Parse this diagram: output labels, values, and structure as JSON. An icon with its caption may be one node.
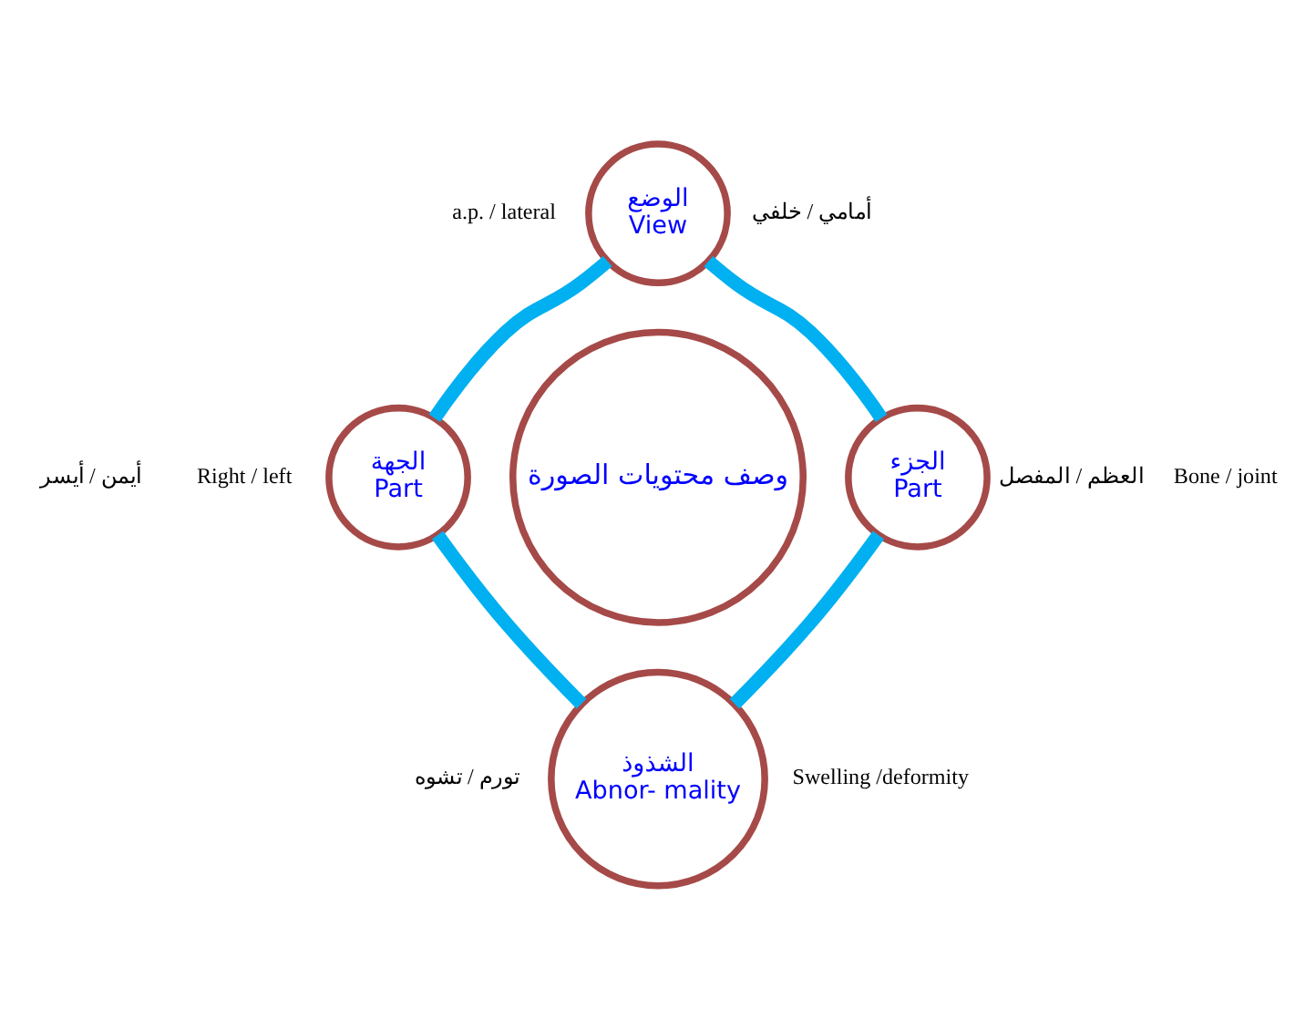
{
  "diagram": {
    "nodes": [
      {
        "text": [
          "وصف محتويات الصورة"
        ]
      },
      {
        "text": [
          "الوضع",
          "View"
        ],
        "beside": [
          "a.p. / lateral",
          "أمامي / خلفي"
        ]
      },
      {
        "text": [
          "الجزء",
          "Part"
        ],
        "beside": [
          "العظم / المفصل",
          "Bone / joint"
        ]
      },
      {
        "text": [
          "الشذوذ",
          "Abnor- mality"
        ],
        "beside": [
          "تورم / تشوه",
          "Swelling /deformity"
        ]
      },
      {
        "text": [
          "الجهة",
          "Part"
        ],
        "beside": [
          "أيمن / أيسر",
          "Right / left"
        ]
      }
    ],
    "edges": [
      {
        "from": 1,
        "to": 2,
        "arrow": "none"
      },
      {
        "from": 2,
        "to": 3,
        "arrow": "none"
      },
      {
        "from": 3,
        "to": 4,
        "arrow": "none"
      },
      {
        "from": 4,
        "to": 1,
        "arrow": "none"
      }
    ]
  }
}
